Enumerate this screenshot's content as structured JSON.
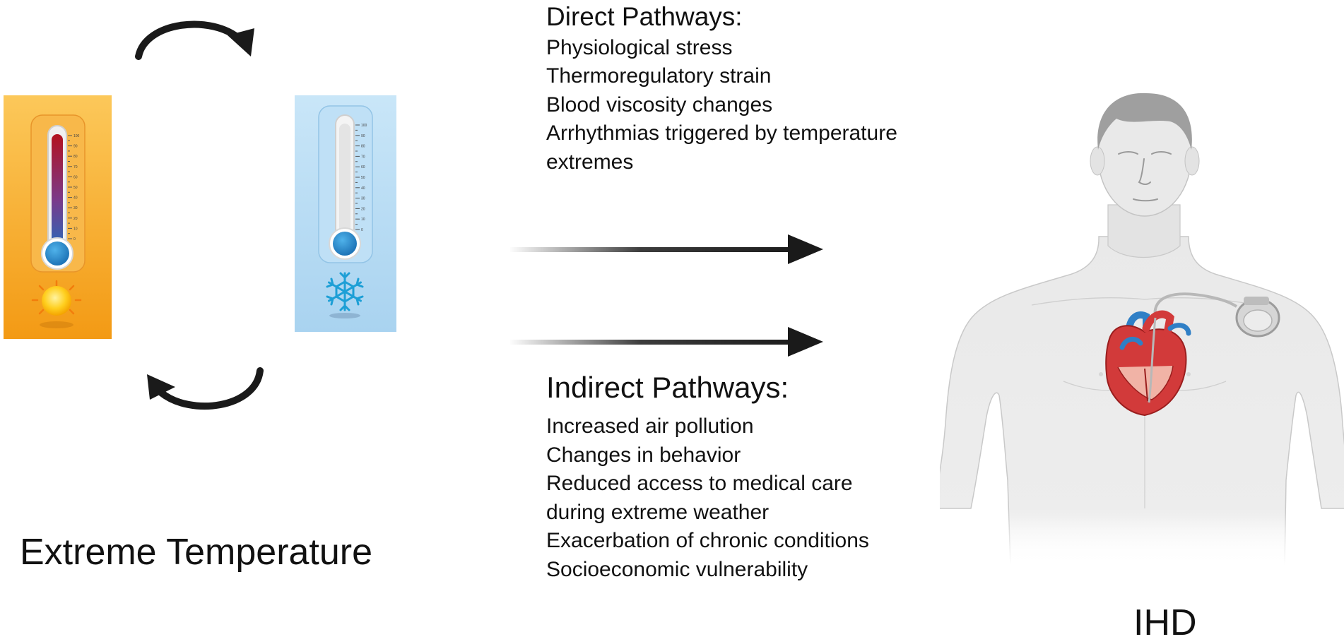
{
  "left": {
    "label": "Extreme Temperature",
    "hot_thermometer": {
      "scale": [
        "100",
        "90",
        "80",
        "70",
        "60",
        "50",
        "40",
        "30",
        "20",
        "10",
        "0"
      ],
      "fill_color": "#c8202a"
    },
    "cold_thermometer": {
      "scale": [
        "100",
        "90",
        "80",
        "70",
        "60",
        "50",
        "40",
        "30",
        "20",
        "10",
        "0"
      ],
      "fill_color": "#1f8fd0"
    }
  },
  "direct": {
    "title": "Direct Pathways:",
    "items": [
      "Physiological stress",
      "Thermoregulatory strain",
      "Blood viscosity changes",
      "Arrhythmias triggered by temperature",
      "extremes"
    ]
  },
  "indirect": {
    "title": "Indirect Pathways:",
    "items": [
      "Increased air pollution",
      "Changes in behavior",
      "Reduced access to medical care",
      "during extreme weather",
      "Exacerbation of chronic conditions",
      "Socioeconomic vulnerability"
    ]
  },
  "outcome": {
    "label": "IHD"
  },
  "colors": {
    "hot_panel": "#f6a11e",
    "cold_panel": "#b9dcf4",
    "arrow": "#1a1a1a",
    "heart_red": "#d23a3a",
    "vessel_blue": "#2f7fc6"
  }
}
